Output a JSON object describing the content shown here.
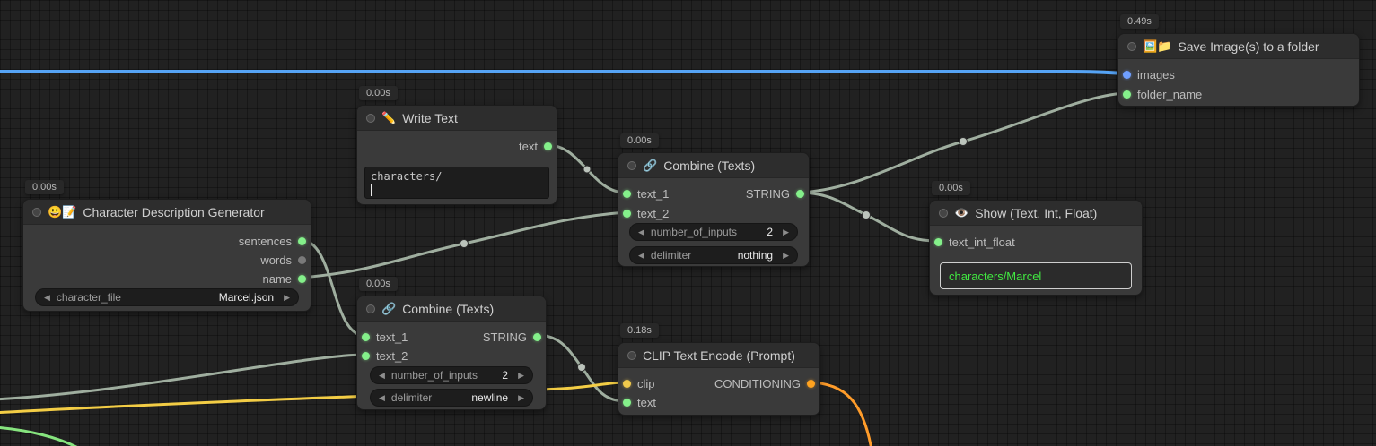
{
  "glyphs": {
    "arrow_left": "◀",
    "arrow_right": "▶"
  },
  "colors": {
    "link_default": "#9fae9f",
    "link_blue": "#55a3f5",
    "link_yellow": "#f3cd45",
    "link_orange": "#ff9c2a",
    "link_green": "#86e47e",
    "slot_green": "#84f08a",
    "slot_gray": "#7a7a7a",
    "slot_blue": "#6f9fff",
    "slot_yellow": "#f0c94c",
    "slot_orange": "#ffa21f"
  },
  "nodes": {
    "char_gen": {
      "badge": "0.00s",
      "icon": "😃📝",
      "title": "Character Description Generator",
      "outputs": {
        "sentences": "sentences",
        "words": "words",
        "name": "name"
      },
      "widget": {
        "name": "character_file",
        "value": "Marcel.json"
      }
    },
    "write_text": {
      "badge": "0.00s",
      "icon": "✏️",
      "title": "Write Text",
      "output": "text",
      "content": "characters/"
    },
    "combine_top": {
      "badge": "0.00s",
      "icon": "🔗",
      "title": "Combine (Texts)",
      "inputs": {
        "a": "text_1",
        "b": "text_2"
      },
      "output": "STRING",
      "widgets": {
        "w1": {
          "name": "number_of_inputs",
          "value": "2"
        },
        "w2": {
          "name": "delimiter",
          "value": "nothing"
        }
      }
    },
    "combine_bottom": {
      "badge": "0.00s",
      "icon": "🔗",
      "title": "Combine (Texts)",
      "inputs": {
        "a": "text_1",
        "b": "text_2"
      },
      "output": "STRING",
      "widgets": {
        "w1": {
          "name": "number_of_inputs",
          "value": "2"
        },
        "w2": {
          "name": "delimiter",
          "value": "newline"
        }
      }
    },
    "show": {
      "badge": "0.00s",
      "icon": "👁️",
      "title": "Show (Text, Int, Float)",
      "input": "text_int_float",
      "value": "characters/Marcel"
    },
    "save": {
      "badge": "0.49s",
      "icon": "🖼️📁",
      "title": "Save Image(s) to a folder",
      "inputs": {
        "images": "images",
        "folder": "folder_name"
      }
    },
    "clip": {
      "badge": "0.18s",
      "title": "CLIP Text Encode (Prompt)",
      "inputs": {
        "clip": "clip",
        "text": "text"
      },
      "output": "CONDITIONING"
    }
  }
}
